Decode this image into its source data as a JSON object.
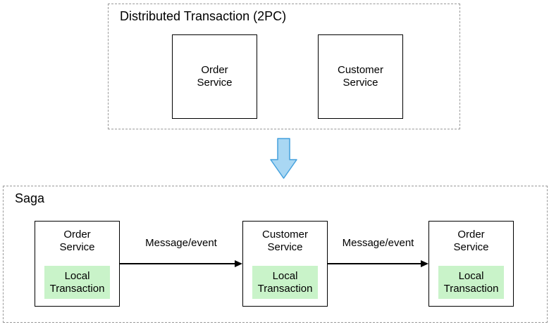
{
  "colors": {
    "dashed_group_border": "#999999",
    "node_border": "#000000",
    "local_transaction_bg": "#c9f3c9",
    "transform_arrow_fill": "#a9d7f3",
    "transform_arrow_border": "#45a1dd",
    "edge_color": "#000000"
  },
  "two_pc_group": {
    "title": "Distributed Transaction (2PC)",
    "services": [
      {
        "label": "Order\nService"
      },
      {
        "label": "Customer\nService"
      }
    ]
  },
  "transform_arrow": {
    "icon": "down-arrow"
  },
  "saga_group": {
    "title": "Saga",
    "services": [
      {
        "label": "Order\nService",
        "local": "Local\nTransaction"
      },
      {
        "label": "Customer\nService",
        "local": "Local\nTransaction"
      },
      {
        "label": "Order\nService",
        "local": "Local\nTransaction"
      }
    ],
    "edges": [
      {
        "label": "Message/event"
      },
      {
        "label": "Message/event"
      }
    ]
  }
}
